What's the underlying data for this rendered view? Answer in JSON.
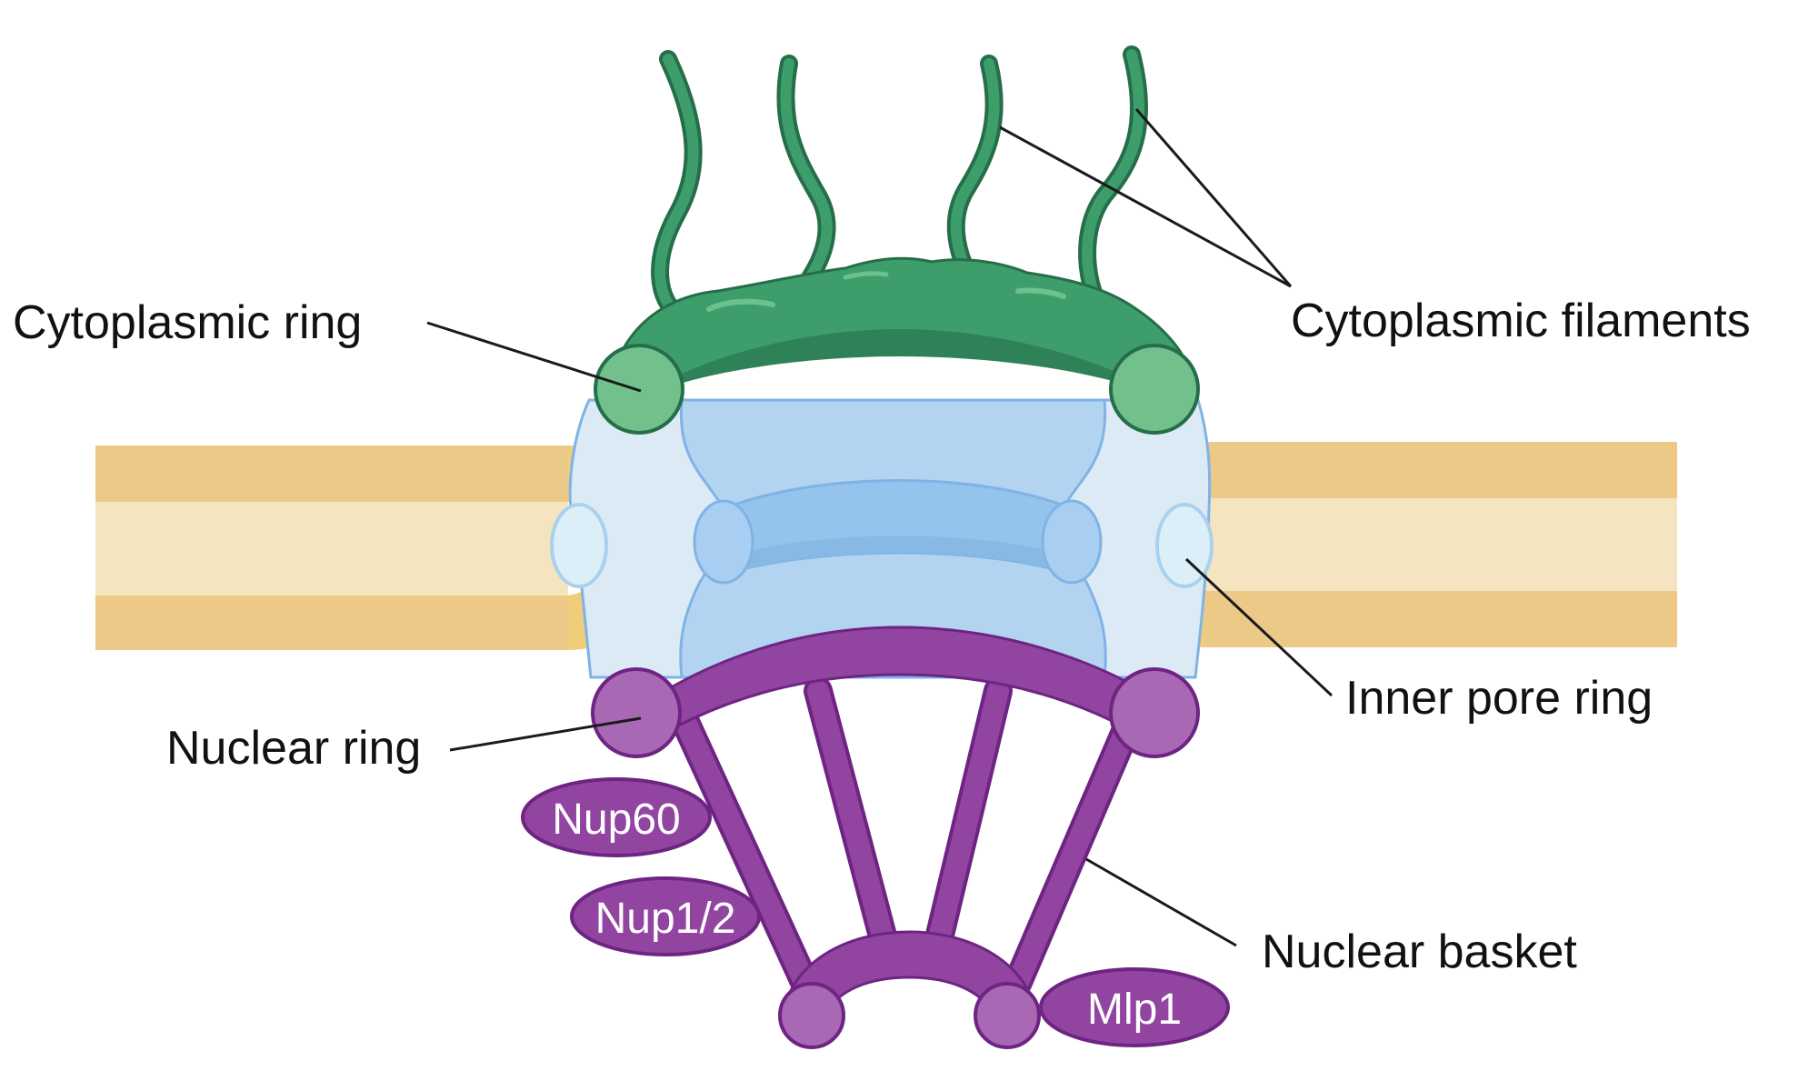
{
  "labels": {
    "cytoplasmic_ring": "Cytoplasmic ring",
    "cytoplasmic_filaments": "Cytoplasmic filaments",
    "inner_pore_ring": "Inner pore ring",
    "nuclear_ring": "Nuclear ring",
    "nuclear_basket": "Nuclear basket"
  },
  "proteins": {
    "nup60": "Nup60",
    "nup1_2": "Nup1/2",
    "mlp1": "Mlp1"
  },
  "colors": {
    "membrane_outer": "#ECC987",
    "membrane_inner": "#F5E4C0",
    "membrane_curve": "#F0CD78",
    "pore_light": "#DCEAF6",
    "pore_mid": "#B3D4F0",
    "pore_tube": "#94C3EC",
    "pore_stroke": "#7FB3E6",
    "ring_green": "#3E9E6B",
    "ring_green_dark": "#2F8257",
    "ring_green_knob": "#72C08C",
    "ring_green_stroke": "#256E49",
    "ring_purple": "#9245A0",
    "ring_purple_knob": "#A868B3",
    "ring_purple_stroke": "#6E2482"
  }
}
